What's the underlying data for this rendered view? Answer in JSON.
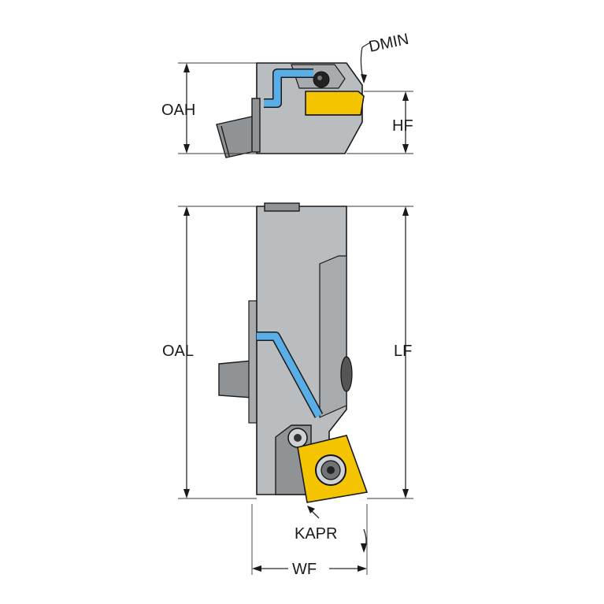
{
  "labels": {
    "dmin": "DMIN",
    "oah": "OAH",
    "hf": "HF",
    "oal": "OAL",
    "lf": "LF",
    "kapr": "KAPR",
    "wf": "WF"
  },
  "colors": {
    "body": "#b9bdc0",
    "body_dark": "#8f9396",
    "coolant": "#5aaee8",
    "insert": "#f5c400",
    "line": "#1a1a1a"
  }
}
